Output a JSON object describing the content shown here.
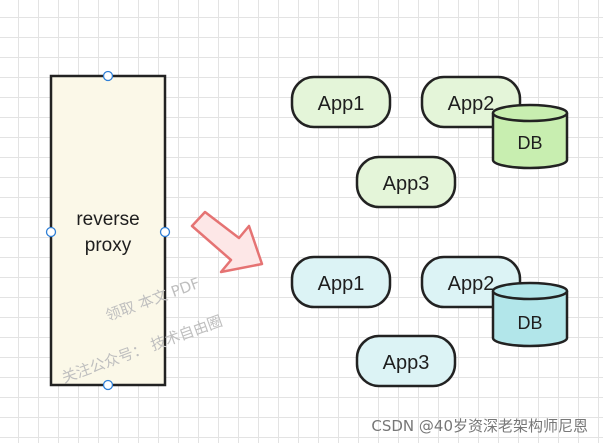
{
  "proxy": {
    "line1": "reverse",
    "line2": "proxy"
  },
  "cluster_top": {
    "app1": "App1",
    "app2": "App2",
    "app3": "App3",
    "db": "DB",
    "app_fill": "#e4f5d9",
    "db_fill": "#c8eeb0"
  },
  "cluster_bottom": {
    "app1": "App1",
    "app2": "App2",
    "app3": "App3",
    "db": "DB",
    "app_fill": "#dcf3f5",
    "db_fill": "#b2e6ea"
  },
  "watermark": {
    "line1": "领取 本文 PDF",
    "line2": "关注公众号： 技术自由圈"
  },
  "credit": "CSDN @40岁资深老架构师尼恩",
  "colors": {
    "proxy_fill": "#fbf8e8",
    "arrow_stroke": "#e57373",
    "arrow_fill": "#fde7e7",
    "handle": "#2f7fd6"
  }
}
